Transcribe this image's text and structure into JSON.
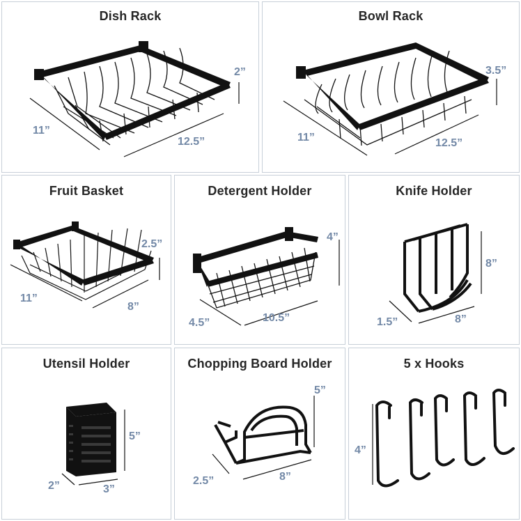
{
  "panels": {
    "dish_rack": {
      "title": "Dish Rack",
      "width": "11”",
      "length": "12.5”",
      "height": "2”"
    },
    "bowl_rack": {
      "title": "Bowl Rack",
      "width": "11”",
      "length": "12.5”",
      "height": "3.5”"
    },
    "fruit_basket": {
      "title": "Fruit Basket",
      "width": "11”",
      "length": "8”",
      "height": "2.5”"
    },
    "detergent_holder": {
      "title": "Detergent Holder",
      "width": "4.5”",
      "length": "10.5”",
      "height": "4”"
    },
    "knife_holder": {
      "title": "Knife Holder",
      "width": "1.5”",
      "length": "8”",
      "height": "8”"
    },
    "utensil_holder": {
      "title": "Utensil Holder",
      "width": "2”",
      "length": "3”",
      "height": "5”"
    },
    "chopping_board_holder": {
      "title": "Chopping Board Holder",
      "width": "2.5”",
      "length": "8”",
      "height": "5”"
    },
    "hooks": {
      "title": "5 x Hooks",
      "height": "4”"
    }
  },
  "colors": {
    "border": "#c7cfd8",
    "dimension_text": "#7288a6",
    "product": "#111111"
  },
  "icons": [
    "dish-rack-image",
    "bowl-rack-image",
    "fruit-basket-image",
    "detergent-holder-image",
    "knife-holder-image",
    "utensil-holder-image",
    "chopping-board-holder-image",
    "hooks-image"
  ]
}
